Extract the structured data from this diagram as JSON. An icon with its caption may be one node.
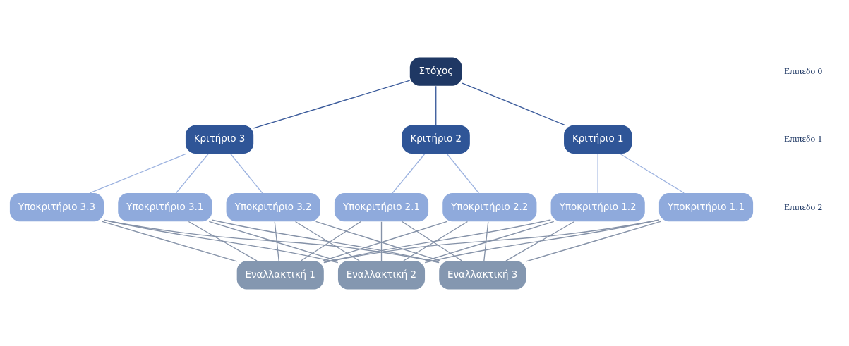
{
  "diagram": {
    "nodes": [
      {
        "text": [
          "Στόχος"
        ]
      },
      {
        "text": [
          "Κριτήριο 1"
        ]
      },
      {
        "text": [
          "Κριτήριο 2"
        ]
      },
      {
        "text": [
          "Κριτήριο 3"
        ]
      },
      {
        "text": [
          "Υποκριτήριο 1.1"
        ]
      },
      {
        "text": [
          "Υποκριτήριο 1.2"
        ]
      },
      {
        "text": [
          "Υποκριτήριο 2.1"
        ]
      },
      {
        "text": [
          "Υποκριτήριο 2.2"
        ]
      },
      {
        "text": [
          "Υποκριτήριο 3.1"
        ]
      },
      {
        "text": [
          "Υποκριτήριο 3.2"
        ]
      },
      {
        "text": [
          "Υποκριτήριο 3.3"
        ]
      },
      {
        "text": [
          "Εναλλακτική 1"
        ]
      },
      {
        "text": [
          "Εναλλακτική 2"
        ]
      },
      {
        "text": [
          "Εναλλακτική 3"
        ]
      }
    ],
    "edges": [
      {
        "from": 0,
        "to": 1,
        "arrow": "none",
        "color": "#3b5b9b"
      },
      {
        "from": 0,
        "to": 2,
        "arrow": "none",
        "color": "#3b5b9b"
      },
      {
        "from": 0,
        "to": 3,
        "arrow": "none",
        "color": "#3b5b9b"
      },
      {
        "from": 1,
        "to": 4,
        "arrow": "none",
        "color": "#9db3e0"
      },
      {
        "from": 1,
        "to": 5,
        "arrow": "none",
        "color": "#9db3e0"
      },
      {
        "from": 2,
        "to": 6,
        "arrow": "none",
        "color": "#9db3e0"
      },
      {
        "from": 2,
        "to": 7,
        "arrow": "none",
        "color": "#9db3e0"
      },
      {
        "from": 3,
        "to": 8,
        "arrow": "none",
        "color": "#9db3e0"
      },
      {
        "from": 3,
        "to": 9,
        "arrow": "none",
        "color": "#9db3e0"
      },
      {
        "from": 3,
        "to": 10,
        "arrow": "none",
        "color": "#9db3e0"
      },
      {
        "from": 4,
        "to": 11,
        "arrow": "none"
      },
      {
        "from": 4,
        "to": 12,
        "arrow": "none"
      },
      {
        "from": 4,
        "to": 13,
        "arrow": "none"
      },
      {
        "from": 5,
        "to": 11,
        "arrow": "none"
      },
      {
        "from": 5,
        "to": 12,
        "arrow": "none"
      },
      {
        "from": 5,
        "to": 13,
        "arrow": "none"
      },
      {
        "from": 6,
        "to": 11,
        "arrow": "none"
      },
      {
        "from": 6,
        "to": 12,
        "arrow": "none"
      },
      {
        "from": 6,
        "to": 13,
        "arrow": "none"
      },
      {
        "from": 7,
        "to": 11,
        "arrow": "none"
      },
      {
        "from": 7,
        "to": 12,
        "arrow": "none"
      },
      {
        "from": 7,
        "to": 13,
        "arrow": "none"
      },
      {
        "from": 8,
        "to": 11,
        "arrow": "none"
      },
      {
        "from": 8,
        "to": 12,
        "arrow": "none"
      },
      {
        "from": 8,
        "to": 13,
        "arrow": "none"
      },
      {
        "from": 9,
        "to": 11,
        "arrow": "none"
      },
      {
        "from": 9,
        "to": 12,
        "arrow": "none"
      },
      {
        "from": 9,
        "to": 13,
        "arrow": "none"
      },
      {
        "from": 10,
        "to": 11,
        "arrow": "none"
      },
      {
        "from": 10,
        "to": 12,
        "arrow": "none"
      },
      {
        "from": 10,
        "to": 13,
        "arrow": "none"
      }
    ],
    "labels": [
      "Επιπεδο 0",
      "Επιπεδο 1",
      "Επιπεδο 2"
    ]
  }
}
